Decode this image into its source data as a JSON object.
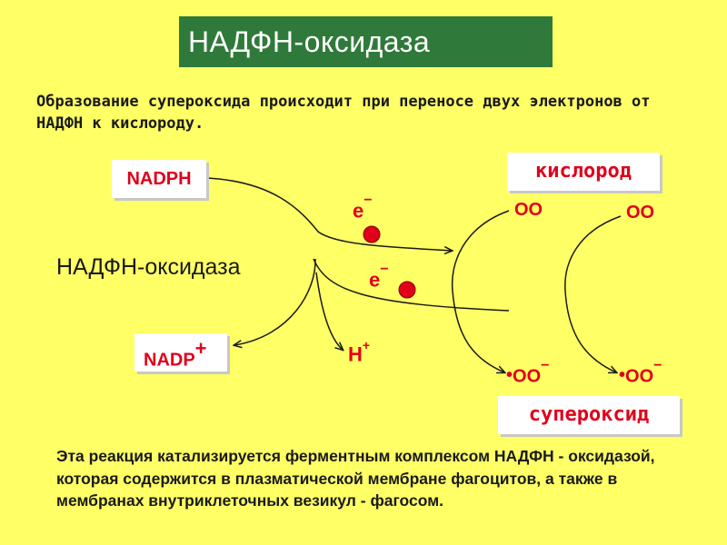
{
  "title": "НАДФН-оксидаза",
  "subtitle": "Образование супероксида происходит при переносе двух электронов от НАДФН к кислороду.",
  "diagram": {
    "nadph_label": "NADPH",
    "enzyme_label": "НАДФН-оксидаза",
    "nadp_label": "NADP",
    "nadp_charge": "+",
    "oxygen_label": "кислород",
    "superoxide_label": "супероксид",
    "electron": "e",
    "electron_charge": "−",
    "oxygen_molecule": "OO",
    "superoxide_molecule": "OO",
    "superoxide_charge": "−",
    "radical_dot": "•",
    "proton": "H",
    "proton_charge": "+",
    "colors": {
      "background": "#ffff66",
      "title_bg": "#2f7a3a",
      "accent_red": "#e0001b"
    }
  },
  "footer_text": "Эта реакция катализируется ферментным комплексом НАДФН - оксидазой, которая содержится в плазматической мембране фагоцитов, а также в мембранах внутриклеточных везикул - фагосом."
}
